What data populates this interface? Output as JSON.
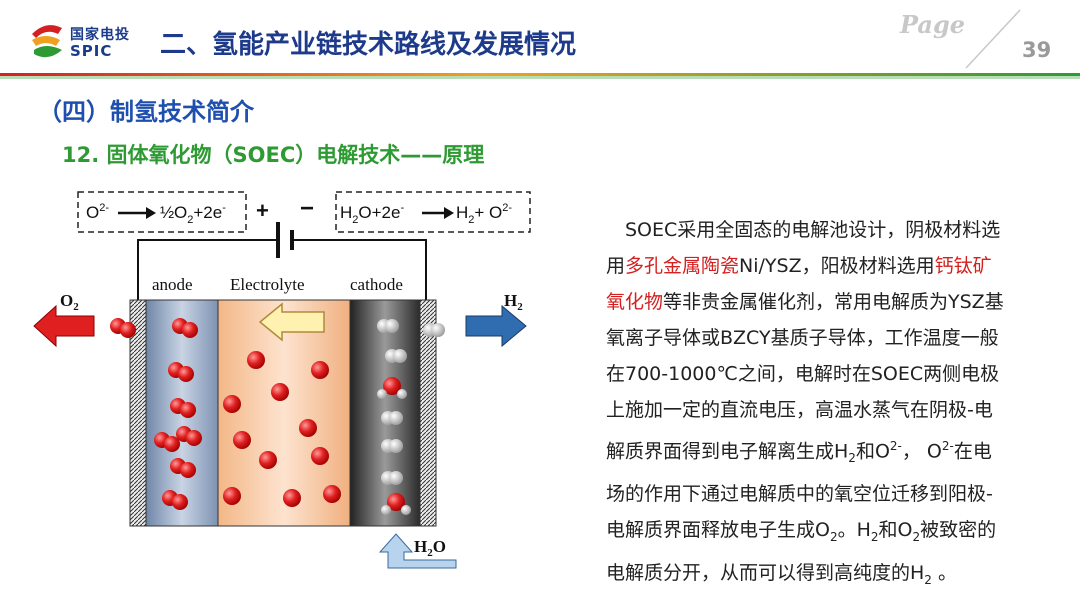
{
  "header": {
    "logo_cn": "国家电投",
    "logo_en": "SPIC",
    "title": "二、氢能产业链技术路线及发展情况",
    "page_label": "Page",
    "page_number": "39"
  },
  "section": {
    "heading": "（四）制氢技术简介",
    "subheading": "12. 固体氧化物（SOEC）电解技术——原理"
  },
  "diagram": {
    "anode_eq": {
      "o_ion": "O",
      "o_ion_sup": "2-",
      "half": "½",
      "rest": "O",
      "rest_sub": "2",
      "tail": "+2e",
      "tail_sup": "-"
    },
    "cathode_eq": {
      "h2o": "H",
      "h2o_sub": "2",
      "h2o_rest": "O+2e",
      "h2o_sup": "-",
      "h2": "H",
      "h2_sub": "2",
      "plus": "+ O",
      "o_sup": "2-"
    },
    "plus_sign": "+",
    "minus_sign": "−",
    "label_anode": "anode",
    "label_electrolyte": "Electrolyte",
    "label_cathode": "cathode",
    "label_o2": "O",
    "label_o2_sub": "2",
    "label_h2": "H",
    "label_h2_sub": "2",
    "label_h2o": "H",
    "label_h2o_sub": "2",
    "label_h2o_rest": "O"
  },
  "paragraph": {
    "l1": "SOEC采用全固态的电解池设计，阴极材料选",
    "l2_a": "用",
    "l2_red1": "多孔金属陶瓷",
    "l2_b": "Ni/YSZ，阳极材料选用",
    "l2_red2": "钙钛矿",
    "l3_red": "氧化物",
    "l3_b": "等非贵金属催化剂，常用电解质为YSZ基",
    "l4": "氧离子导体或BZCY基质子导体，工作温度一般",
    "l5": "在700-1000℃之间，电解时在SOEC两侧电极",
    "l6": "上施加一定的直流电压，高温水蒸气在阴极-电",
    "l7_a": "解质界面得到电子解离生成H",
    "l7_sub": "2",
    "l7_b": "和O",
    "l7_sup": "2-",
    "l7_c": "， O",
    "l7_sup2": "2-",
    "l7_d": "在电",
    "l8": "场的作用下通过电解质中的氧空位迁移到阳极-",
    "l9_a": "电解质界面释放电子生成O",
    "l9_sub": "2",
    "l9_b": "。H",
    "l9_sub2": "2",
    "l9_c": "和O",
    "l9_sub3": "2",
    "l9_d": "被致密的",
    "l10_a": "电解质分开，从而可以得到高纯度的H",
    "l10_sub": "2",
    "l10_b": " 。"
  },
  "colors": {
    "title_blue": "#1e3a8a",
    "section_blue": "#1f4fae",
    "subsection_green": "#2e9a33",
    "highlight_red": "#d42020",
    "rule_gradient": [
      "#d42020",
      "#f0a020",
      "#2e9a33"
    ]
  }
}
